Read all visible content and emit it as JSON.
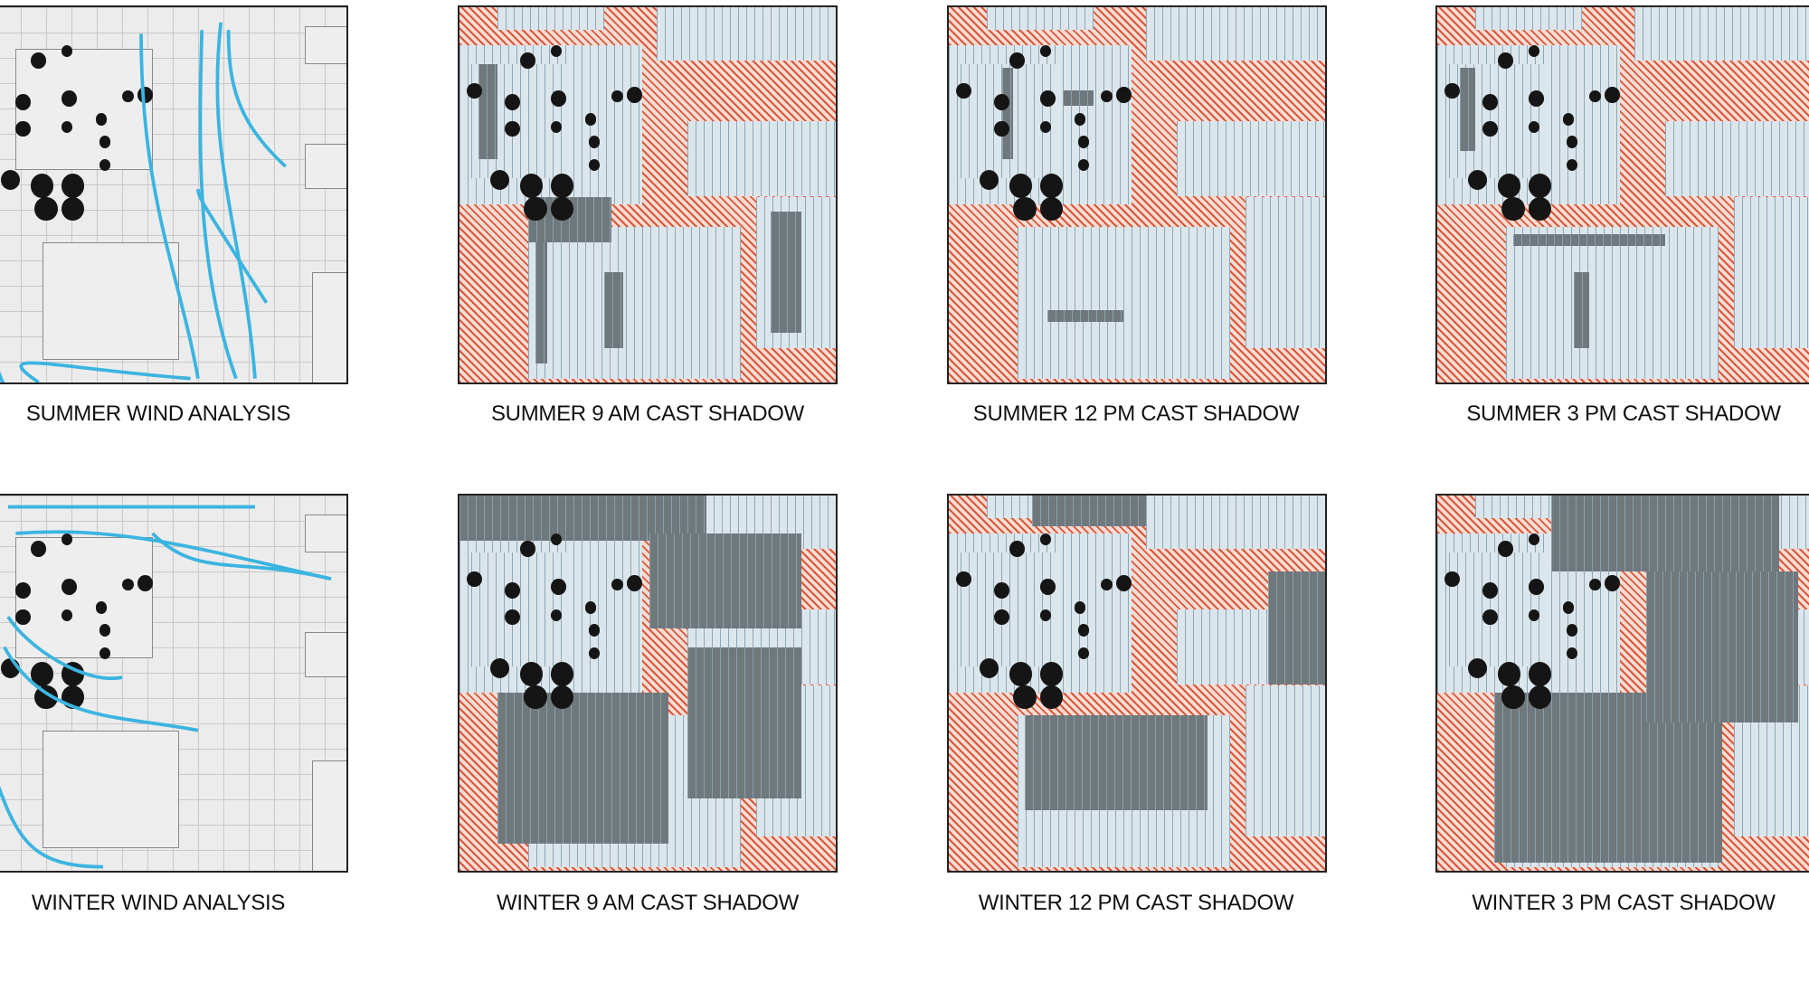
{
  "colors": {
    "hatch_red": "#d8573d",
    "hatch_light": "#f7dcd2",
    "zone_blue": "#dbe6ec",
    "shadow_gray": "#6f787c",
    "wind_arrow": "#3bb4e0",
    "tree": "#151515"
  },
  "panels": [
    {
      "label": "SUMMER WIND ANALYSIS",
      "kind": "wind",
      "season": "summer"
    },
    {
      "label": "SUMMER 9 AM CAST SHADOW",
      "kind": "shadow",
      "season": "summer",
      "time": "9 AM"
    },
    {
      "label": "SUMMER 12 PM CAST SHADOW",
      "kind": "shadow",
      "season": "summer",
      "time": "12 PM"
    },
    {
      "label": "SUMMER 3 PM CAST SHADOW",
      "kind": "shadow",
      "season": "summer",
      "time": "3 PM"
    },
    {
      "label": "WINTER WIND ANALYSIS",
      "kind": "wind",
      "season": "winter"
    },
    {
      "label": "WINTER 9 AM CAST SHADOW",
      "kind": "shadow",
      "season": "winter",
      "time": "9 AM"
    },
    {
      "label": "WINTER 12 PM CAST SHADOW",
      "kind": "shadow",
      "season": "winter",
      "time": "12 PM"
    },
    {
      "label": "WINTER 3 PM CAST SHADOW",
      "kind": "shadow",
      "season": "winter",
      "time": "3 PM"
    }
  ]
}
